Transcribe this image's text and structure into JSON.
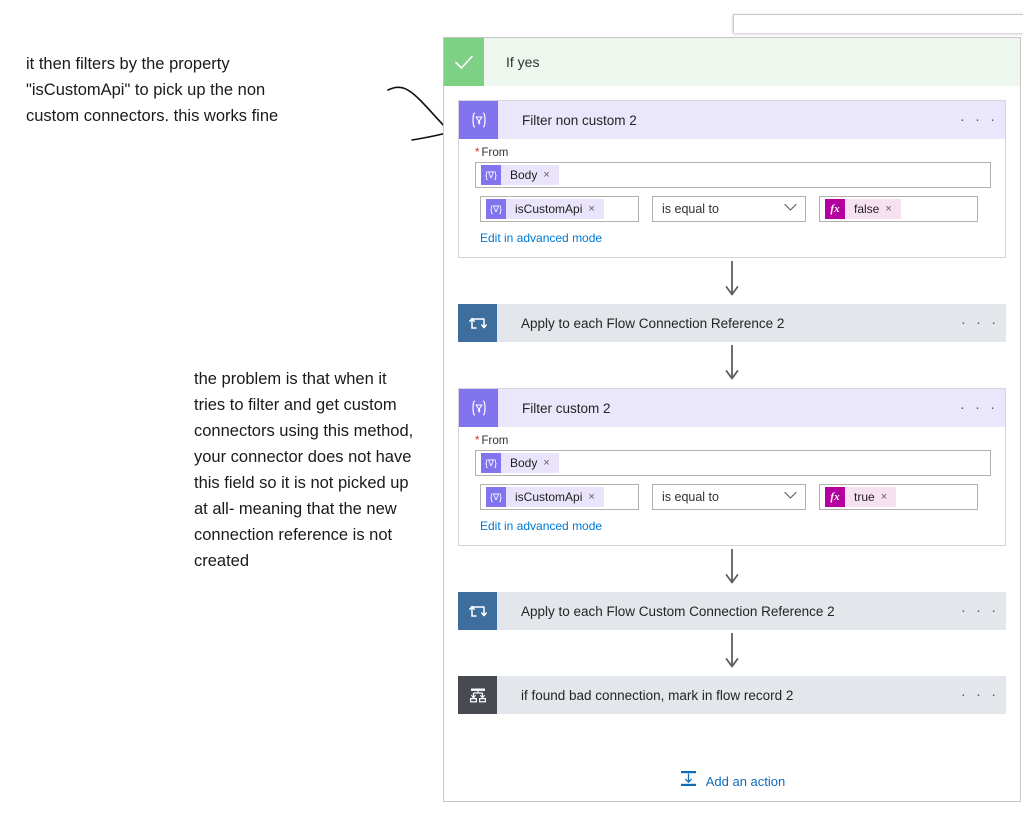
{
  "annotations": {
    "top": "it then filters by the property\n\"isCustomApi\" to pick up the non\ncustom connectors. this works fine",
    "bottom": "the problem is that when it tries to filter and get custom connectors using this method, your connector does not have this field so it is not picked up at all- meaning that the new connection reference is not created",
    "arrow_icon": "hand-drawn-arrow-icon"
  },
  "designer": {
    "branch": {
      "label": "If yes",
      "check_icon": "checkmark-icon",
      "check_color": "#7ed085",
      "background": "#eef7ee"
    },
    "ellipsis_label": "· · ·",
    "arrow_icon": "down-arrow-icon",
    "cards": [
      {
        "id": "filter-non-custom-2",
        "type": "filter",
        "title": "Filter non custom 2",
        "icon": "filter-array-icon",
        "icon_glyph": "{∇}",
        "icon_color": "#8174ee",
        "header_color": "#eae6fb",
        "field_label": "From",
        "required_marker": "*",
        "from_token": {
          "text": "Body",
          "icon": "dynamic-content-icon",
          "remove": "×"
        },
        "left_token": {
          "text": "isCustomApi",
          "icon": "dynamic-content-icon",
          "remove": "×"
        },
        "operator": "is equal to",
        "operator_chevron": "chevron-down-icon",
        "right_token": {
          "text": "false",
          "icon": "fx-icon",
          "icon_glyph": "fx",
          "remove": "×"
        },
        "advanced_link": "Edit in advanced mode"
      },
      {
        "id": "apply-to-each-flow-connection-reference-2",
        "type": "loop",
        "title": "Apply to each Flow Connection Reference 2",
        "icon": "apply-to-each-loop-icon",
        "icon_color": "#3e6e9e",
        "header_color": "#e3e6ea"
      },
      {
        "id": "filter-custom-2",
        "type": "filter",
        "title": "Filter custom 2",
        "icon": "filter-array-icon",
        "icon_glyph": "{∇}",
        "icon_color": "#8174ee",
        "header_color": "#eae6fb",
        "field_label": "From",
        "required_marker": "*",
        "from_token": {
          "text": "Body",
          "icon": "dynamic-content-icon",
          "remove": "×"
        },
        "left_token": {
          "text": "isCustomApi",
          "icon": "dynamic-content-icon",
          "remove": "×"
        },
        "operator": "is equal to",
        "operator_chevron": "chevron-down-icon",
        "right_token": {
          "text": "true",
          "icon": "fx-icon",
          "icon_glyph": "fx",
          "remove": "×"
        },
        "advanced_link": "Edit in advanced mode"
      },
      {
        "id": "apply-to-each-flow-custom-connection-reference-2",
        "type": "loop",
        "title": "Apply to each Flow Custom Connection Reference 2",
        "icon": "apply-to-each-loop-icon",
        "icon_color": "#3e6e9e",
        "header_color": "#e3e6ea"
      },
      {
        "id": "if-found-bad-connection-mark-in-flow-record-2",
        "type": "condition",
        "title": "if found bad connection, mark in flow record 2",
        "icon": "condition-branch-icon",
        "icon_color": "#484a52",
        "header_color": "#e3e6ea"
      }
    ],
    "add_action": {
      "label": "Add an action",
      "icon": "insert-action-icon",
      "color": "#0f6cbd"
    }
  }
}
